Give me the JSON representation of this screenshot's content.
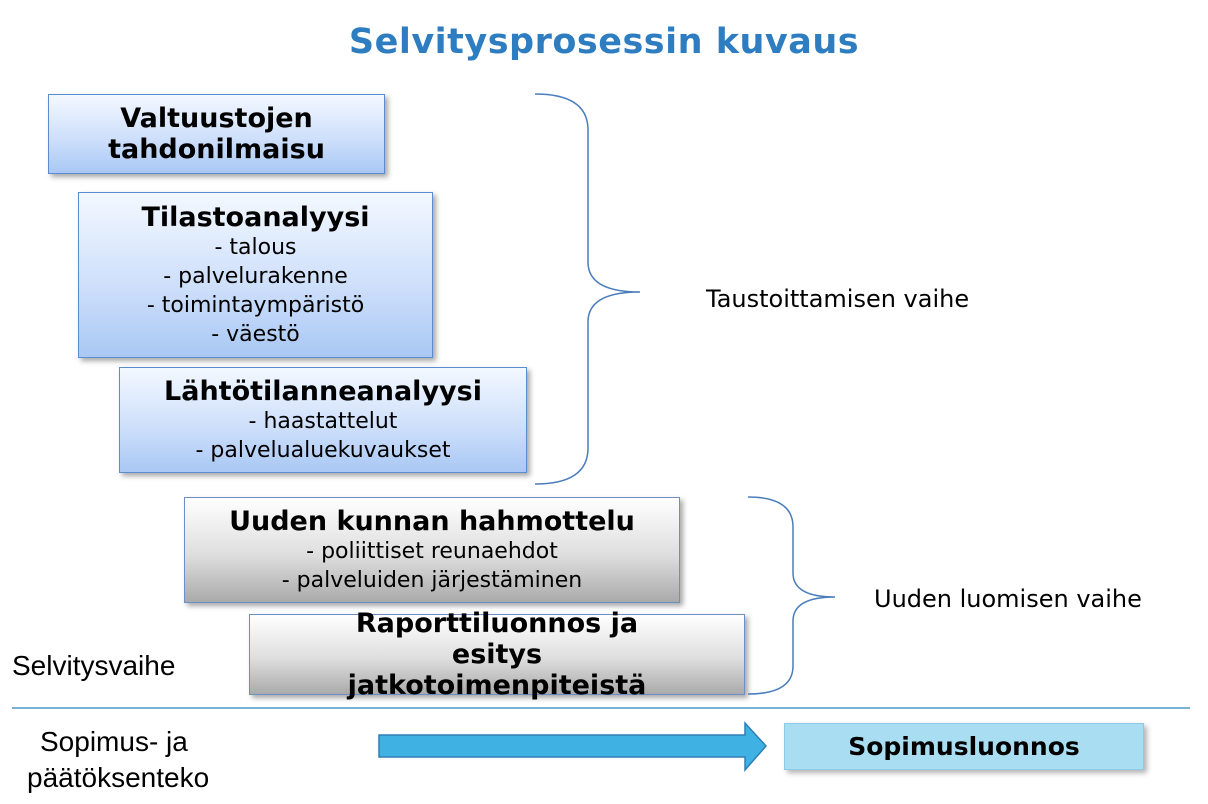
{
  "title": "Selvitysprosessin kuvaus",
  "boxes": [
    {
      "heading": "Valtuustojen tahdonilmaisu",
      "lines": []
    },
    {
      "heading": "Tilastoanalyysi",
      "lines": [
        "- talous",
        "- palvelurakenne",
        "- toimintaympäristö",
        "- väestö"
      ]
    },
    {
      "heading": "Lähtötilanneanalyysi",
      "lines": [
        "- haastattelut",
        "- palvelualuekuvaukset"
      ]
    },
    {
      "heading": "Uuden kunnan hahmottelu",
      "lines": [
        "- poliittiset reunaehdot",
        "- palveluiden järjestäminen"
      ]
    },
    {
      "heading": "Raporttiluonnos ja esitys jatkotoimenpiteistä",
      "lines": []
    }
  ],
  "phases": {
    "background": "Taustoittamisen vaihe",
    "creation": "Uuden luomisen vaihe"
  },
  "stages": {
    "investigation": "Selvitysvaihe",
    "agreement_line1": "Sopimus- ja",
    "agreement_line2": "päätöksenteko"
  },
  "result": "Sopimusluonnos",
  "colors": {
    "title": "#2e7dc0",
    "blue_box": "#a9c8f4",
    "grey_box": "#aaaaaa",
    "result_box": "#a9def2",
    "arrow": "#3fb2e3",
    "divider": "#4a98c4"
  }
}
